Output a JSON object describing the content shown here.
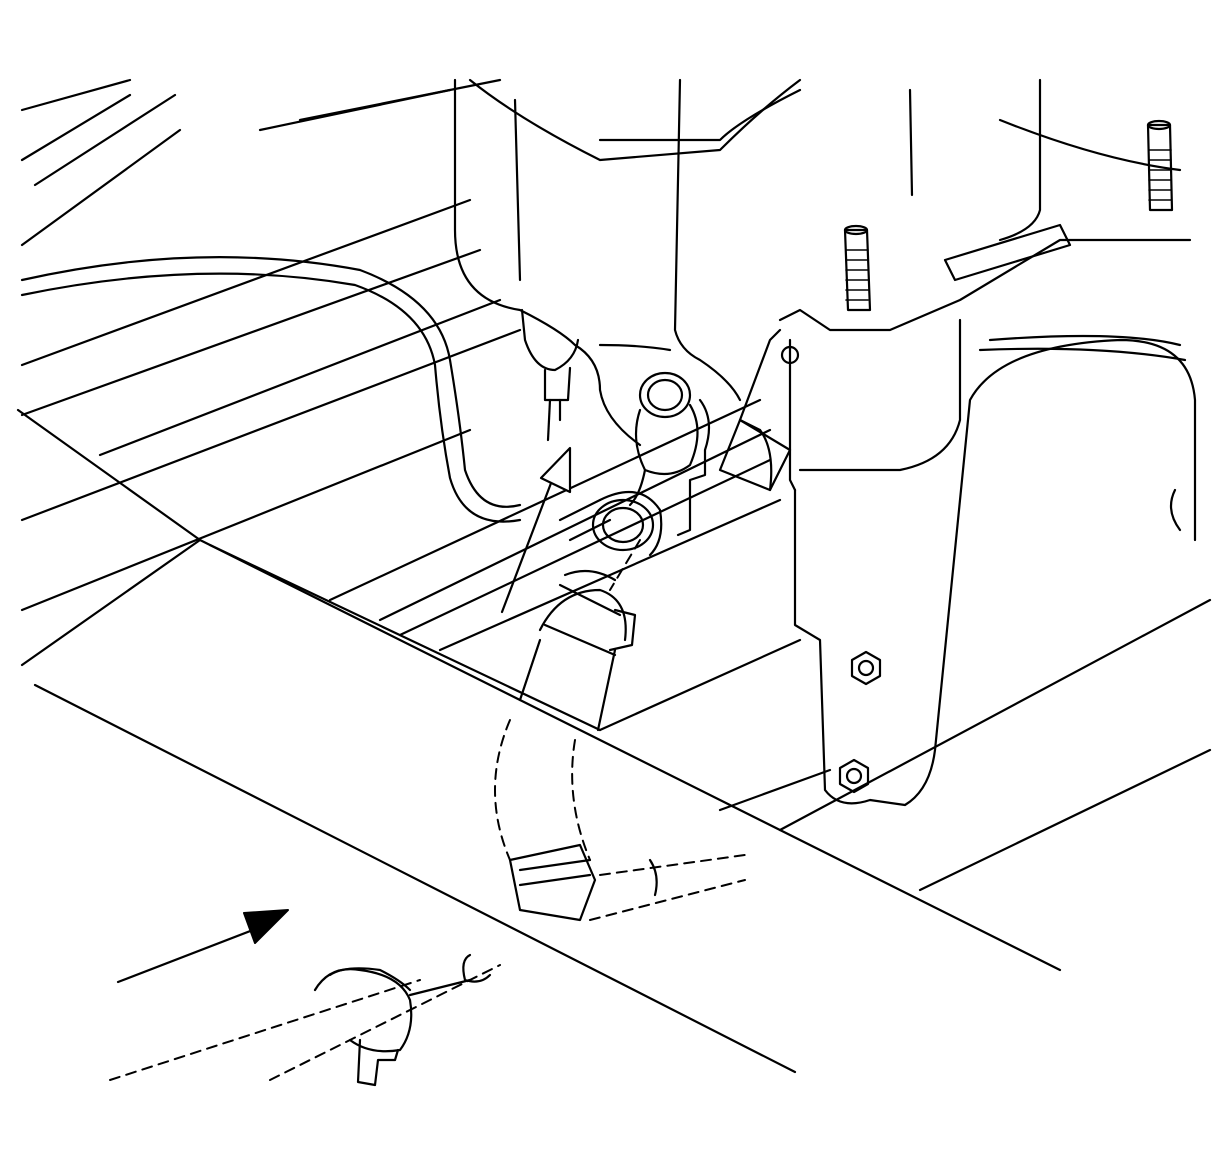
{
  "figure": {
    "kind": "line-art service illustration",
    "colors": {
      "line": "#000000",
      "background": "#ffffff"
    },
    "arrows": [
      {
        "name": "upper-pointer-arrow",
        "style": "outlined-head"
      },
      {
        "name": "lower-direction-arrow",
        "style": "solid-head"
      }
    ]
  }
}
